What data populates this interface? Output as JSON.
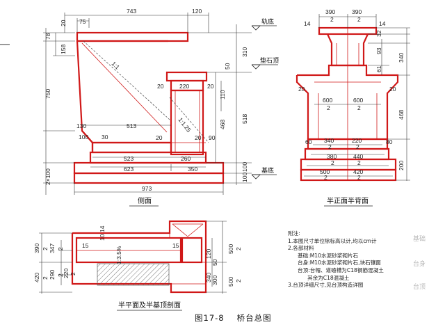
{
  "side_view": {
    "title": "侧面",
    "labels": {
      "rail_bottom": "轨底",
      "bearing_top": "垫石顶",
      "foundation_bottom": "基底"
    },
    "dims": {
      "top_743": "743",
      "top_120": "120",
      "top_75": "75",
      "left_78": "78",
      "left_20": "20",
      "left_158": "158",
      "left_750": "750",
      "left_2x100": "2×100",
      "right_310": "310",
      "right_518": "518",
      "right_100a": "100",
      "right_100b": "100",
      "slope_1": "1:1",
      "slope_2": "1:1.25",
      "cap_220": "220",
      "cap_20a": "20",
      "cap_20b": "20",
      "cap_50": "50",
      "cap_110": "110",
      "cap_468": "468",
      "mid_130": "130",
      "mid_513": "513",
      "mid_20a": "20",
      "mid_20b": "20",
      "mid_90": "90",
      "mid_100": "100",
      "mid_30": "30",
      "base_523": "523",
      "base_260": "260",
      "base_623": "623",
      "base_350": "350",
      "base_973": "973"
    }
  },
  "front_view": {
    "title": "半正面半背面",
    "dims": {
      "top_390a": "390",
      "top_2a": "2",
      "top_390b": "390",
      "top_2b": "2",
      "top_14a": "14",
      "top_14b": "14",
      "right_32": "32",
      "right_93": "93",
      "right_61": "61",
      "right_340": "340",
      "right_468": "468",
      "right_200": "200",
      "mid_600a": "600",
      "mid_2a": "2",
      "mid_600b": "600",
      "mid_2b": "2",
      "low_20a": "20",
      "low_20b": "20",
      "low_60": "60",
      "low_80": "80",
      "low_340": "340",
      "low_2a": "2",
      "low_220": "220",
      "low_2b": "2",
      "low_380": "380",
      "low_2c": "2",
      "low_440": "440",
      "low_2d": "2",
      "low_500": "500",
      "low_2e": "2",
      "low_420": "420",
      "low_2f": "2"
    }
  },
  "plan_view": {
    "title": "半平面及半基顶剖面",
    "dims": {
      "left_390": "390",
      "left_2a": "2",
      "left_420": "420",
      "left_2b": "2",
      "left_347": "347",
      "left_2c": "2",
      "left_290": "290",
      "left_2d": "2",
      "left_220": "220",
      "left_2e": "2",
      "inner_15a": "15",
      "inner_15b": "15",
      "inner_10": "10",
      "inner_14": "14",
      "inner_slope": "1:3.5%",
      "right_120": "120",
      "right_50": "50",
      "right_340": "340",
      "right_300": "300",
      "right_500a": "500",
      "right_2a": "2",
      "right_500b": "500",
      "right_2b": "2"
    }
  },
  "notes": {
    "title": "附注:",
    "line1": "1.本图尺寸单位除标高以计,均以cm计",
    "line2": "2.各部材料",
    "line3": "基础:M10水泥砂浆砌片石",
    "line4": "台身:M10水泥砂浆砌片石,块石镶面",
    "line5": "台顶:台帽、道碴槽为C18钢筋混凝土",
    "line6": "其余为C18混凝土",
    "line7": "3.台顶详细尺寸,见台顶构造详图"
  },
  "faint_labels": {
    "a": "基础",
    "b": "台身",
    "c": "台顶"
  },
  "caption": {
    "number": "图17-8",
    "text": "桥台总图"
  },
  "colors": {
    "outline": "#d01818",
    "dimension": "#333333",
    "background": "#ffffff"
  }
}
